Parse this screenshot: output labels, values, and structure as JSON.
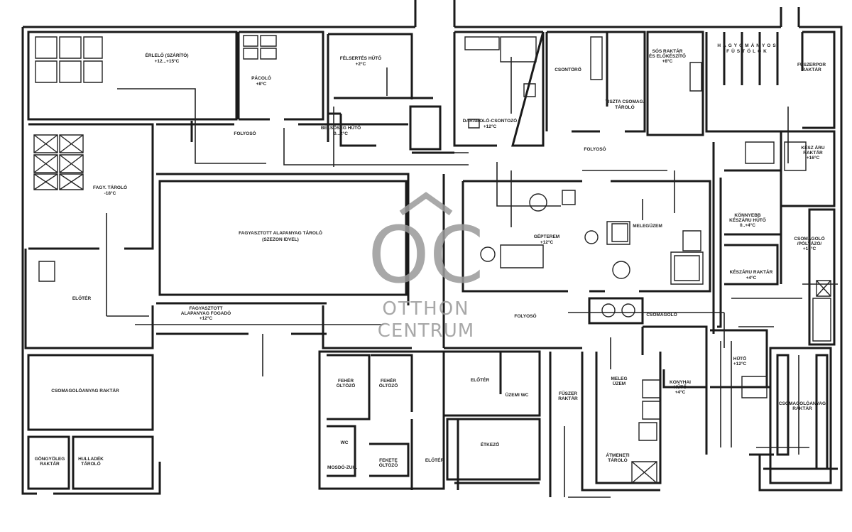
{
  "plan": {
    "rooms": [
      {
        "id": "erlelo",
        "lines": [
          "ÉRLELŐ (SZÁRÍTÓ)",
          "+12...+15°C"
        ]
      },
      {
        "id": "pacolo",
        "lines": [
          "PÁCOLÓ",
          "+8°C"
        ]
      },
      {
        "id": "felsertes-huto",
        "lines": [
          "FÉLSERTÉS HŰTŐ",
          "+2°C"
        ]
      },
      {
        "id": "belsoseg-huto",
        "lines": [
          "BELSŐSÉG HŰTŐ",
          "0...2°C"
        ]
      },
      {
        "id": "folyoso-1",
        "lines": [
          "FOLYOSÓ"
        ]
      },
      {
        "id": "darabolo",
        "lines": [
          "DARABOLÓ-CSONTOZÓ",
          "+12°C"
        ]
      },
      {
        "id": "csontoro",
        "lines": [
          "CSONTÖRŐ"
        ]
      },
      {
        "id": "tiszta-tarolo",
        "lines": [
          "TISZTA CSOMAG.",
          "TÁROLÓ"
        ]
      },
      {
        "id": "sos-raktar",
        "lines": [
          "SÓS RAKTÁR",
          "ÉS ELŐKÉSZÍTŐ",
          "+8°C"
        ]
      },
      {
        "id": "fustolok",
        "lines": [
          "HAGYOMÁNYOS",
          "FÜSTÖLŐK"
        ]
      },
      {
        "id": "fuszerpor",
        "lines": [
          "FŰSZERPOR",
          "RAKTÁR"
        ]
      },
      {
        "id": "folyoso-2",
        "lines": [
          "FOLYOSÓ"
        ]
      },
      {
        "id": "keszaru-raktar-16",
        "lines": [
          "KÉSZ ÁRU",
          "RAKTÁR",
          "+16°C"
        ]
      },
      {
        "id": "fagy-tarolo",
        "lines": [
          "FAGY. TÁROLÓ",
          "-18°C"
        ]
      },
      {
        "id": "fagyasztott-tarolo",
        "lines": [
          "FAGYASZTOTT ALAPANYAG TÁROLÓ",
          "(SZEZON IDVEL)"
        ]
      },
      {
        "id": "gepterem",
        "lines": [
          "GÉPTEREM",
          "+12°C"
        ]
      },
      {
        "id": "melegzem",
        "lines": [
          "MELEGÜZEM"
        ]
      },
      {
        "id": "keszaru-huto",
        "lines": [
          "KÖNNYEBB",
          "KÉSZÁRU HŰTŐ",
          "0..+4°C"
        ]
      },
      {
        "id": "keszaru-raktar",
        "lines": [
          "KÉSZÁRU RAKTÁR",
          "+4°C"
        ]
      },
      {
        "id": "csomagolo-polyazo",
        "lines": [
          "CSOMAGOLÓ",
          "/PÓLYÁZÓ/",
          "+12°C"
        ]
      },
      {
        "id": "eloter-1",
        "lines": [
          "ELŐTÉR"
        ]
      },
      {
        "id": "fogado",
        "lines": [
          "FAGYASZTOTT",
          "ALAPANYAG FOGADÓ",
          "+12°C"
        ]
      },
      {
        "id": "folyoso-3",
        "lines": [
          "FOLYOSÓ"
        ]
      },
      {
        "id": "csomagolo",
        "lines": [
          "CSOMAGOLÓ"
        ]
      },
      {
        "id": "csomagoloanyag-1",
        "lines": [
          "CSOMAGOLÓANYAG RAKTÁR"
        ]
      },
      {
        "id": "gongyoleg",
        "lines": [
          "GÖNGYÖLEG",
          "RAKTÁR"
        ]
      },
      {
        "id": "hulladek",
        "lines": [
          "HULLADÉK",
          "TÁROLÓ"
        ]
      },
      {
        "id": "feher-oltozo-1",
        "lines": [
          "FEHÉR",
          "ÖLTÖZŐ"
        ]
      },
      {
        "id": "feher-oltozo-2",
        "lines": [
          "FEHÉR",
          "ÖLTÖZŐ"
        ]
      },
      {
        "id": "wc-1",
        "lines": [
          "WC"
        ]
      },
      {
        "id": "mosdo",
        "lines": [
          "MOSDÓ-ZUH."
        ]
      },
      {
        "id": "fekete-oltozo",
        "lines": [
          "FEKETE",
          "ÖLTÖZŐ"
        ]
      },
      {
        "id": "eloter-2",
        "lines": [
          "ELŐTÉR"
        ]
      },
      {
        "id": "eloter-3",
        "lines": [
          "ELŐTÉR"
        ]
      },
      {
        "id": "uzemi-wc",
        "lines": [
          "ÜZEMI WC"
        ]
      },
      {
        "id": "etkezo",
        "lines": [
          "ÉTKEZŐ"
        ]
      },
      {
        "id": "fuszer-raktar",
        "lines": [
          "FŰSZER",
          "RAKTÁR"
        ]
      },
      {
        "id": "meleg-uzem",
        "lines": [
          "MELEG",
          "ÜZEM"
        ]
      },
      {
        "id": "konyhai-huto",
        "lines": [
          "KONYHAI",
          "HŰTŐ",
          "+4°C"
        ]
      },
      {
        "id": "huto-12",
        "lines": [
          "HŰTŐ",
          "+12°C"
        ]
      },
      {
        "id": "csomagoloanyag-2",
        "lines": [
          "CSOMAGOLÓANYAG",
          "RAKTÁR"
        ]
      },
      {
        "id": "atmeneti",
        "lines": [
          "ÁTMENETI",
          "TÁROLÓ"
        ]
      }
    ]
  },
  "watermark": {
    "logo": "OC",
    "line1": "OTTHON",
    "line2": "CENTRUM"
  }
}
